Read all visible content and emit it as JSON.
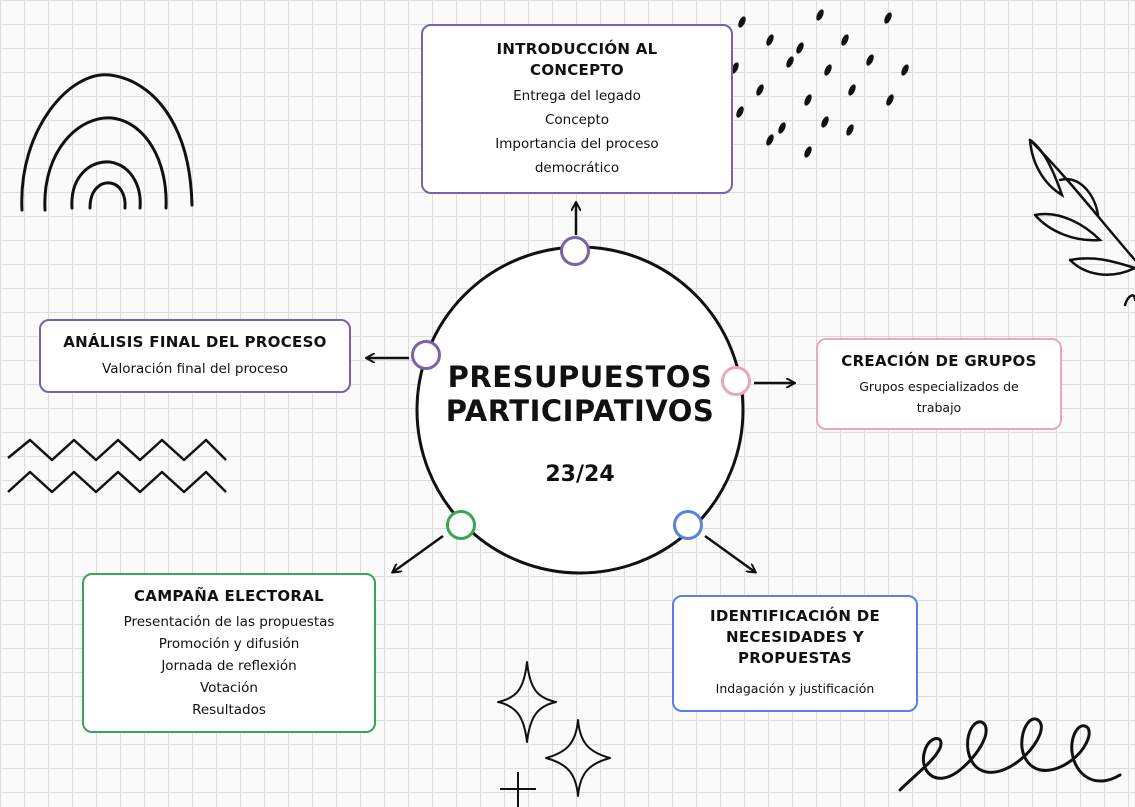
{
  "center": {
    "title_line1": "PRESUPUESTOS",
    "title_line2": "PARTICIPATIVOS",
    "year": "23/24"
  },
  "nodes": {
    "introduccion": {
      "title": "INTRODUCCIÓN AL CONCEPTO",
      "items": [
        "Entrega del legado",
        "Concepto",
        "Importancia del proceso",
        "democrático"
      ],
      "color": "#7a62a8"
    },
    "creacion": {
      "title": "CREACIÓN DE GRUPOS",
      "items": [
        "Grupos especializados de",
        "trabajo"
      ],
      "color": "#e8a7c0"
    },
    "identificacion": {
      "title": "IDENTIFICACIÓN DE NECESIDADES Y PROPUESTAS",
      "items": [
        "Indagación y justificación"
      ],
      "color": "#5b7fe8"
    },
    "campana": {
      "title": "CAMPAÑA ELECTORAL",
      "items": [
        "Presentación de las propuestas",
        "Promoción y difusión",
        "Jornada de reflexión",
        "Votación",
        "Resultados"
      ],
      "color": "#3aa655"
    },
    "analisis": {
      "title": "ANÁLISIS FINAL DEL PROCESO",
      "items": [
        "Valoración final del proceso"
      ],
      "color": "#7a62a8"
    }
  }
}
